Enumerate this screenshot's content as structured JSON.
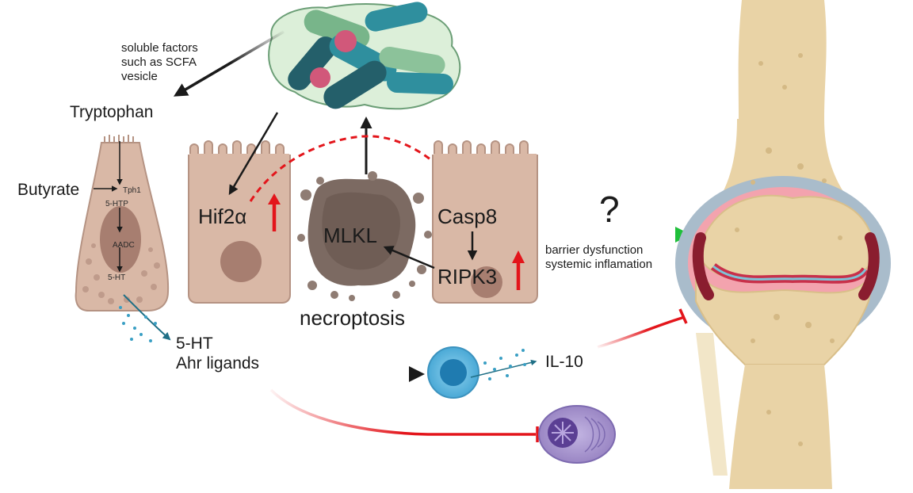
{
  "labels": {
    "soluble_line1": "soluble factors",
    "soluble_line2": "such as SCFA",
    "soluble_line3": "vesicle",
    "tryptophan": "Tryptophan",
    "butyrate": "Butyrate",
    "tph1": "Tph1",
    "htp": "5-HTP",
    "aadc": "AADC",
    "ht_inner": "5-HT",
    "ht_out": "5-HT",
    "ahr": "Ahr ligands",
    "hif2a": "Hif2α",
    "mlkl": "MLKL",
    "necroptosis": "necroptosis",
    "casp8": "Casp8",
    "ripk3": "RIPK3",
    "question": "?",
    "barrier": "barrier dysfunction",
    "systemic": "systemic inflamation",
    "il10": "IL-10"
  },
  "colors": {
    "activation_arrow": "#1a1a1a",
    "inhibition": "#e3151b",
    "green_arrow": "#1fbf3a",
    "upregulation_arrow": "#e3151b",
    "cell_fill": "#d9b8a6",
    "nucleus": "#a77e70",
    "bone": "#e9d3a6",
    "cartilage_inflamed": "#e6455a",
    "synovium": "#a9bccb",
    "macrophage": "#5ab4dc",
    "plasma_cell": "#9a86c4"
  },
  "icons": {
    "microbiota": "gut-bacteria-cluster-icon",
    "enterochromaffin_cell": "enterochromaffin-cell-icon",
    "epithelial_cell_left": "epithelial-cell-icon",
    "necroptotic_cell": "necroptotic-cell-icon",
    "epithelial_cell_right": "epithelial-cell-icon",
    "immune_cell": "macrophage-icon",
    "plasma_cell": "plasma-cell-icon",
    "knee_joint": "arthritic-knee-joint-icon"
  }
}
